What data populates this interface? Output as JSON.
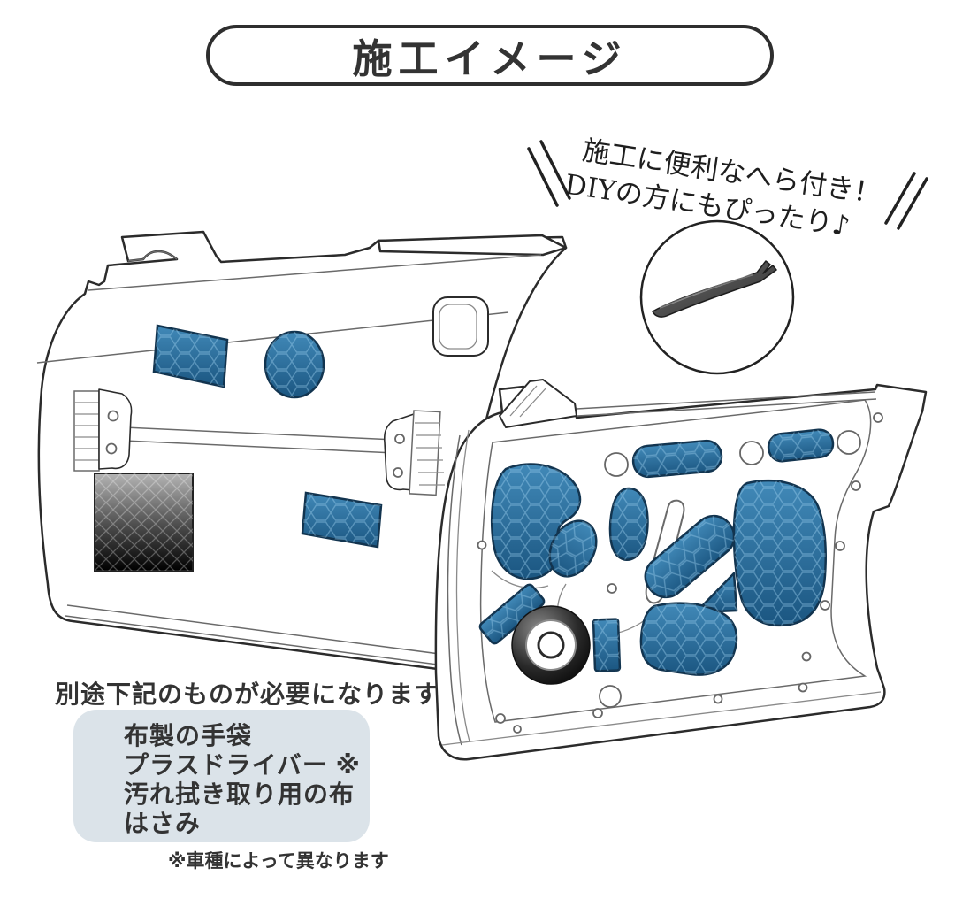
{
  "header": {
    "title": "施工イメージ"
  },
  "tagline": {
    "line1": "施工に便利なへら付き！",
    "line2": "DIYの方にもぴったり♪"
  },
  "required_items": {
    "heading": "別途下記のものが必要になります",
    "items": [
      "布製の手袋",
      "プラスドライバー ※",
      "汚れ拭き取り用の布",
      "はさみ"
    ],
    "note": "※車種によって異なります"
  },
  "colors": {
    "patch_blue_top": "#3f88b6",
    "patch_blue_bottom": "#1b5681",
    "patch_border": "#12344f",
    "item_box_bg": "#dbe3e9",
    "outline": "#2b2b2b",
    "deadening_sheet_black": "#000000"
  }
}
